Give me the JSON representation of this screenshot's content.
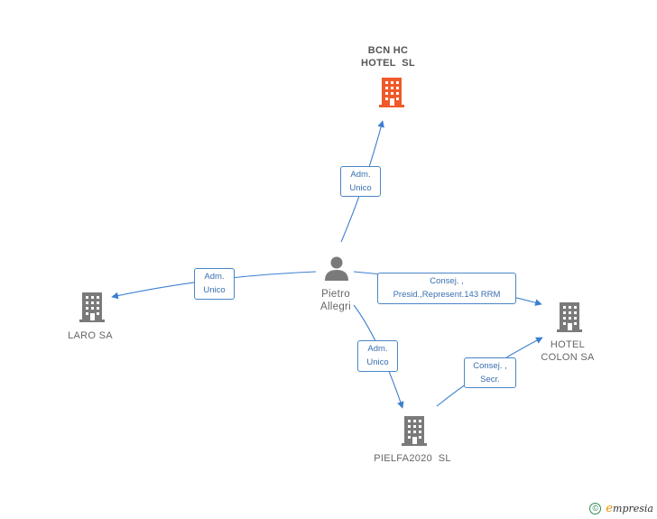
{
  "nodes": {
    "bcn": {
      "label": "BCN HC\nHOTEL  SL"
    },
    "laro": {
      "label": "LARO SA"
    },
    "pietro": {
      "label": "Pietro\nAllegri"
    },
    "colon": {
      "label": "HOTEL\nCOLON SA"
    },
    "pielfa": {
      "label": "PIELFA2020  SL"
    }
  },
  "edges": {
    "pietro_bcn": {
      "label": "Adm.\nUnico"
    },
    "pietro_laro": {
      "label": "Adm.\nUnico"
    },
    "pietro_colon": {
      "label": "Consej. ,\nPresid.,Represent.143 RRM"
    },
    "pietro_pielfa": {
      "label": "Adm.\nUnico"
    },
    "pielfa_colon": {
      "label": "Consej. ,\nSecr."
    }
  },
  "colors": {
    "edge": "#3d7fd0",
    "building": "#7a7a7a",
    "building_highlight": "#f05a28",
    "person": "#7a7a7a"
  },
  "footer": {
    "copyright": "©",
    "brand_e": "e",
    "brand_rest": "mpresia"
  }
}
